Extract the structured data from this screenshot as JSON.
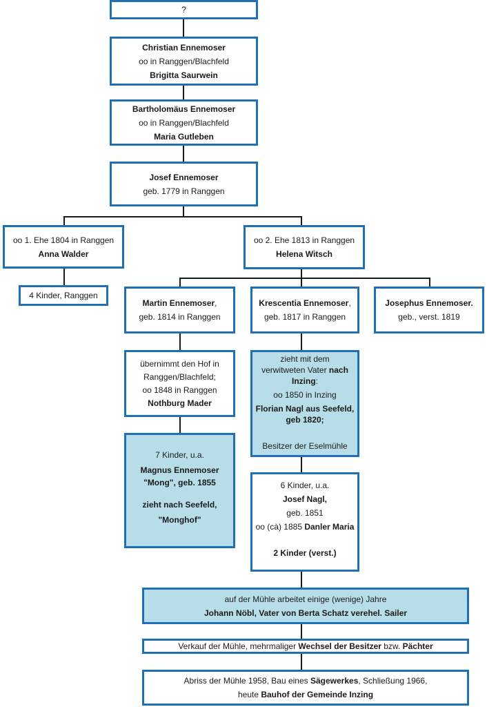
{
  "root": {
    "text": "?"
  },
  "gen1": {
    "name": "Christian Ennemoser",
    "marriage": "oo in Ranggen/Blachfeld",
    "spouse": "Brigitta Saurwein"
  },
  "gen2": {
    "name": "Bartholomäus Ennemoser",
    "marriage": "oo in Ranggen/Blachfeld",
    "spouse": "Maria Gutleben"
  },
  "gen3": {
    "name": "Josef Ennemoser",
    "birth": "geb. 1779 in Ranggen"
  },
  "marriage1": {
    "text": "oo 1. Ehe 1804 in Ranggen",
    "spouse": "Anna Walder"
  },
  "marriage1_children": {
    "text": "4 Kinder, Ranggen"
  },
  "marriage2": {
    "text": "oo 2. Ehe 1813 in Ranggen",
    "spouse": "Helena Witsch"
  },
  "martin": {
    "name": "Martin Ennemoser",
    "suffix": ",",
    "birth": "geb. 1814 in Ranggen"
  },
  "krescentia": {
    "name": "Krescentia Ennemoser",
    "suffix": ",",
    "birth": "geb. 1817 in Ranggen"
  },
  "josephus": {
    "name": "Josephus Ennemoser.",
    "birth": "geb., verst. 1819"
  },
  "martin_farm": {
    "line1": "übernimmt den Hof in",
    "line2": "Ranggen/Blachfeld;",
    "line3": "oo 1848 in Ranggen",
    "spouse": "Nothburg Mader"
  },
  "martin_children": {
    "line1": "7 Kinder, u.a.",
    "line2": "Magnus Ennemoser",
    "line3": "\"Mong\", geb. 1855",
    "line4": "zieht nach Seefeld,",
    "line5": "\"Monghof\""
  },
  "kresc_move": {
    "line1": "zieht mit dem",
    "line2_a": "verwitweten Vater ",
    "line2_b": "nach",
    "line3_a": "Inzing",
    "line3_b": ":",
    "line4": "oo 1850 in Inzing",
    "line5": "Florian Nagl aus Seefeld,",
    "line6": "geb 1820;",
    "line7": "Besitzer der Eselmühle"
  },
  "kresc_children": {
    "line1": "6 Kinder, u.a.",
    "line2": "Josef Nagl,",
    "line3": "geb. 1851",
    "line4_a": "oo (cà) 1885 ",
    "line4_b": "Danler Maria",
    "line5": "2 Kinder (verst.)"
  },
  "mill_work": {
    "line1": "auf der Mühle arbeitet einige (wenige) Jahre",
    "line2": "Johann Nöbl, Vater von Berta Schatz verehel. Sailer"
  },
  "mill_sale": {
    "a": "Verkauf der Mühle,  mehrmaliger ",
    "b": "Wechsel der Besitzer",
    "c": " bzw. ",
    "d": "Pächter"
  },
  "mill_end": {
    "l1_a": "Abriss der Mühle 1958, Bau eines ",
    "l1_b": "Sägewerkes",
    "l1_c": ", Schließung 1966,",
    "l2_a": "heute ",
    "l2_b": "Bauhof der Gemeinde Inzing"
  },
  "colors": {
    "border": "#1f6fb5",
    "fill": "#b7dde8",
    "line": "#1a1a1a"
  }
}
